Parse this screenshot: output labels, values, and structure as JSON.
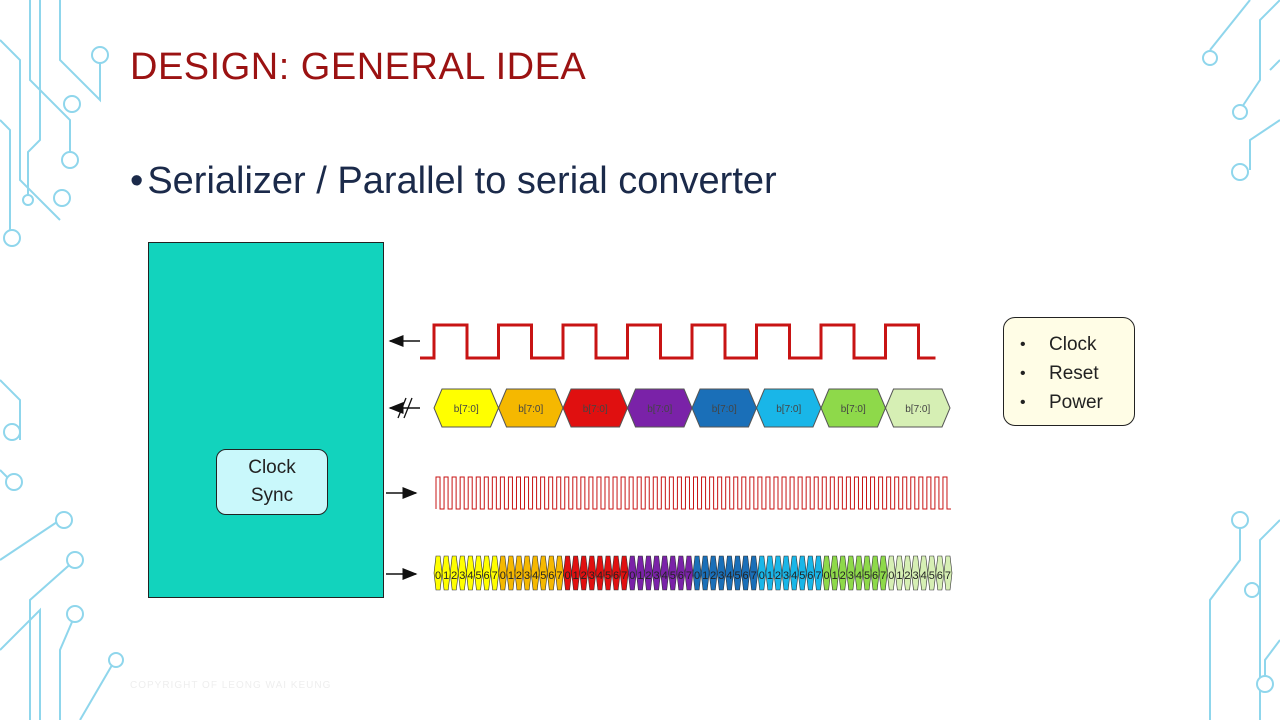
{
  "slide": {
    "title": "DESIGN: GENERAL IDEA",
    "bullet": "Serializer / Parallel to serial converter",
    "bullet_marker": "•"
  },
  "block": {
    "sync_label": "Clock\nSync"
  },
  "legend": {
    "items": [
      "Clock",
      "Reset",
      "Power"
    ]
  },
  "bus": {
    "segment_label": "b[7:0]",
    "colors": [
      "#ffff00",
      "#f5b800",
      "#e01010",
      "#7a22a8",
      "#1a6fb8",
      "#19b6e8",
      "#8ed94a",
      "#d6efb4"
    ]
  },
  "serial": {
    "digits": "01234567"
  },
  "watermark": "COPYRIGHT OF LEONG WAI KEUNG",
  "colors": {
    "title": "#9b1212",
    "block": "#12d3bd",
    "clock_wave": "#c81414",
    "circuit": "#8fd6ec"
  }
}
